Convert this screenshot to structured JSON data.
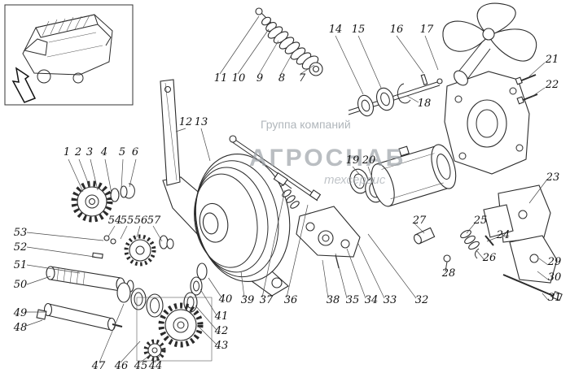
{
  "watermark": {
    "line1": "Группа компаний",
    "line2": "АГРОСНАБ",
    "line3": "техсервис"
  },
  "callouts": [
    "1",
    "2",
    "3",
    "4",
    "5",
    "6",
    "7",
    "8",
    "9",
    "10",
    "11",
    "12",
    "13",
    "14",
    "15",
    "16",
    "17",
    "18",
    "19",
    "20",
    "21",
    "22",
    "23",
    "24",
    "25",
    "26",
    "27",
    "28",
    "29",
    "30",
    "31",
    "32",
    "33",
    "34",
    "35",
    "36",
    "37",
    "38",
    "39",
    "40",
    "41",
    "42",
    "43",
    "44",
    "45",
    "46",
    "47",
    "48",
    "49",
    "50",
    "51",
    "52",
    "53",
    "54",
    "55",
    "56",
    "57"
  ]
}
